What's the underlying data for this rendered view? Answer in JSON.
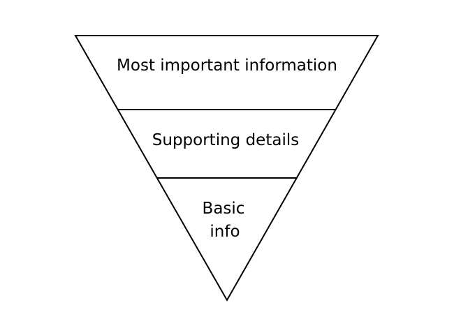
{
  "diagram": {
    "type": "inverted-pyramid",
    "levels": [
      {
        "lines": [
          "Most important information"
        ]
      },
      {
        "lines": [
          "Supporting details"
        ]
      },
      {
        "lines": [
          "Basic",
          "info"
        ]
      }
    ],
    "stroke_color": "#000000",
    "background_color": "#ffffff"
  }
}
